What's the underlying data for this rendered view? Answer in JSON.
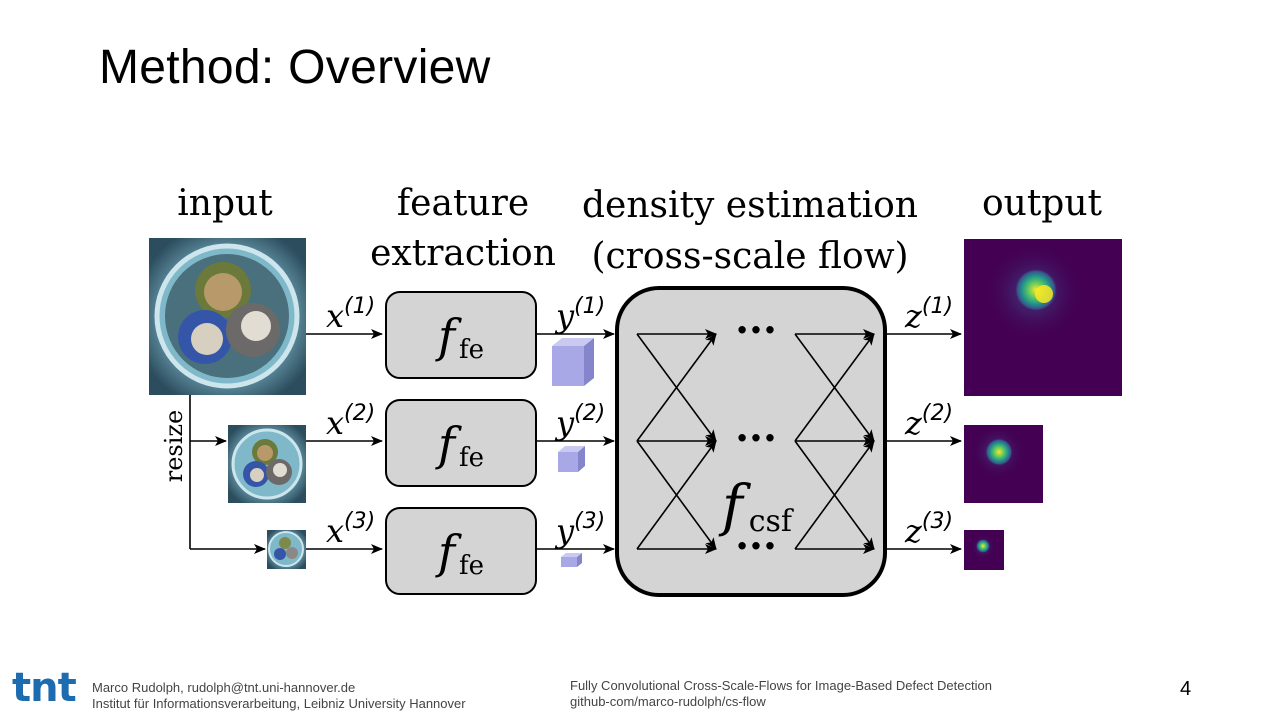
{
  "title": "Method: Overview",
  "columns": {
    "input": "input",
    "feature_line1": "feature",
    "feature_line2": "extraction",
    "density_line1": "density estimation",
    "density_line2": "(cross-scale flow)",
    "output": "output"
  },
  "resize_label": "resize",
  "x_labels": [
    "x",
    "x",
    "x"
  ],
  "y_labels": [
    "y",
    "y",
    "y"
  ],
  "z_labels": [
    "z",
    "z",
    "z"
  ],
  "scale_superscripts": [
    "(1)",
    "(2)",
    "(3)"
  ],
  "fe_symbol": "f",
  "fe_subscript": "fe",
  "csf_symbol": "f",
  "csf_subscript": "csf",
  "ellipsis": "···",
  "colors": {
    "block_fill": "#d4d4d4",
    "cube_front": "#a8a8e6",
    "cube_top": "#c9c9f2",
    "cube_side": "#8585cc",
    "heatmap_bg": "#440154",
    "heatmap_hot": "#fde725",
    "heatmap_mid": "#35b779",
    "logo": "#1e6cb0"
  },
  "footer": {
    "logo": "tnt",
    "author_line1": "Marco Rudolph, rudolph@tnt.uni-hannover.de",
    "author_line2": "Institut für Informationsverarbeitung, Leibniz University Hannover",
    "paper_line1": "Fully Convolutional Cross-Scale-Flows for Image-Based Defect Detection",
    "paper_line2": "github-com/marco-rudolph/cs-flow",
    "page": "4"
  }
}
